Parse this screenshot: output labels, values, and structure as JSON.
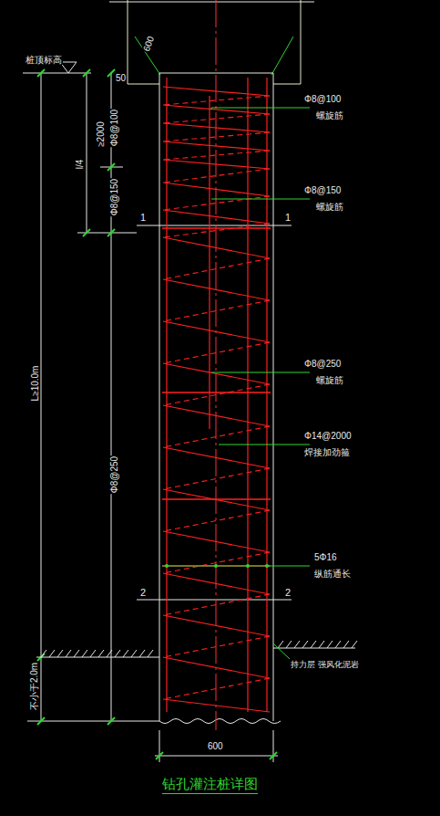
{
  "diagram": {
    "caption": "钻孔灌注桩详图",
    "labels": [
      "桩顶标高",
      "50",
      "600",
      "≥2000",
      "Φ8@100",
      "l/4",
      "Φ8@150",
      "L≥10.0m",
      "Φ8@250",
      "不小于2.0m",
      "1",
      "1",
      "2",
      "2",
      "Φ8@100",
      "螺旋筋",
      "Φ8@150",
      "螺旋筋",
      "Φ8@250",
      "螺旋筋",
      "Φ14@2000",
      "焊接加劲箍",
      "5Φ16",
      "纵筋通长",
      "持力层 强风化泥岩",
      "600"
    ]
  }
}
